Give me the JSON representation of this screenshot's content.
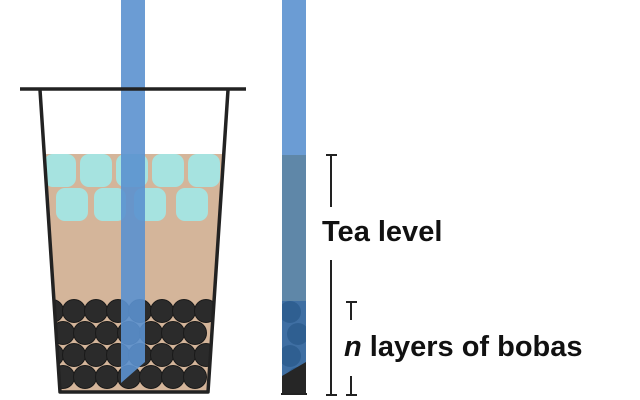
{
  "labels": {
    "tea_level": "Tea level",
    "boba_var": "n",
    "boba_text": " layers of bobas"
  },
  "colors": {
    "tea": "#d4b59a",
    "ice": "#a6e3e0",
    "boba": "#2b2b2b",
    "straw": "#5b91cf",
    "cup_outline": "#222222",
    "measure_line": "#222222"
  }
}
